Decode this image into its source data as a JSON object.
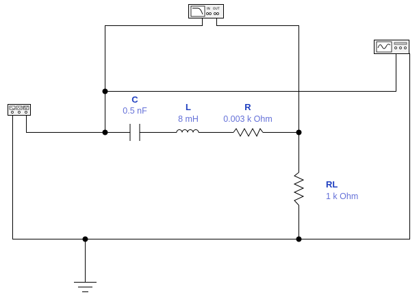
{
  "components": {
    "capacitor": {
      "name": "C",
      "value": "0.5 nF"
    },
    "inductor": {
      "name": "L",
      "value": "8 mH"
    },
    "resistor": {
      "name": "R",
      "value": "0.003 k Ohm"
    },
    "load_resistor": {
      "name": "RL",
      "value": "1 k Ohm"
    }
  },
  "instruments": {
    "bode_plotter": {
      "in_label": "IN",
      "out_label": "OUT",
      "icon": "bode-plotter-icon"
    },
    "oscilloscope": {
      "icon": "oscilloscope-icon"
    },
    "function_generator": {
      "icon": "function-generator-icon"
    }
  },
  "colors": {
    "component_name": "#1f3fc0",
    "component_value": "#6470d8",
    "wire": "#000000"
  }
}
